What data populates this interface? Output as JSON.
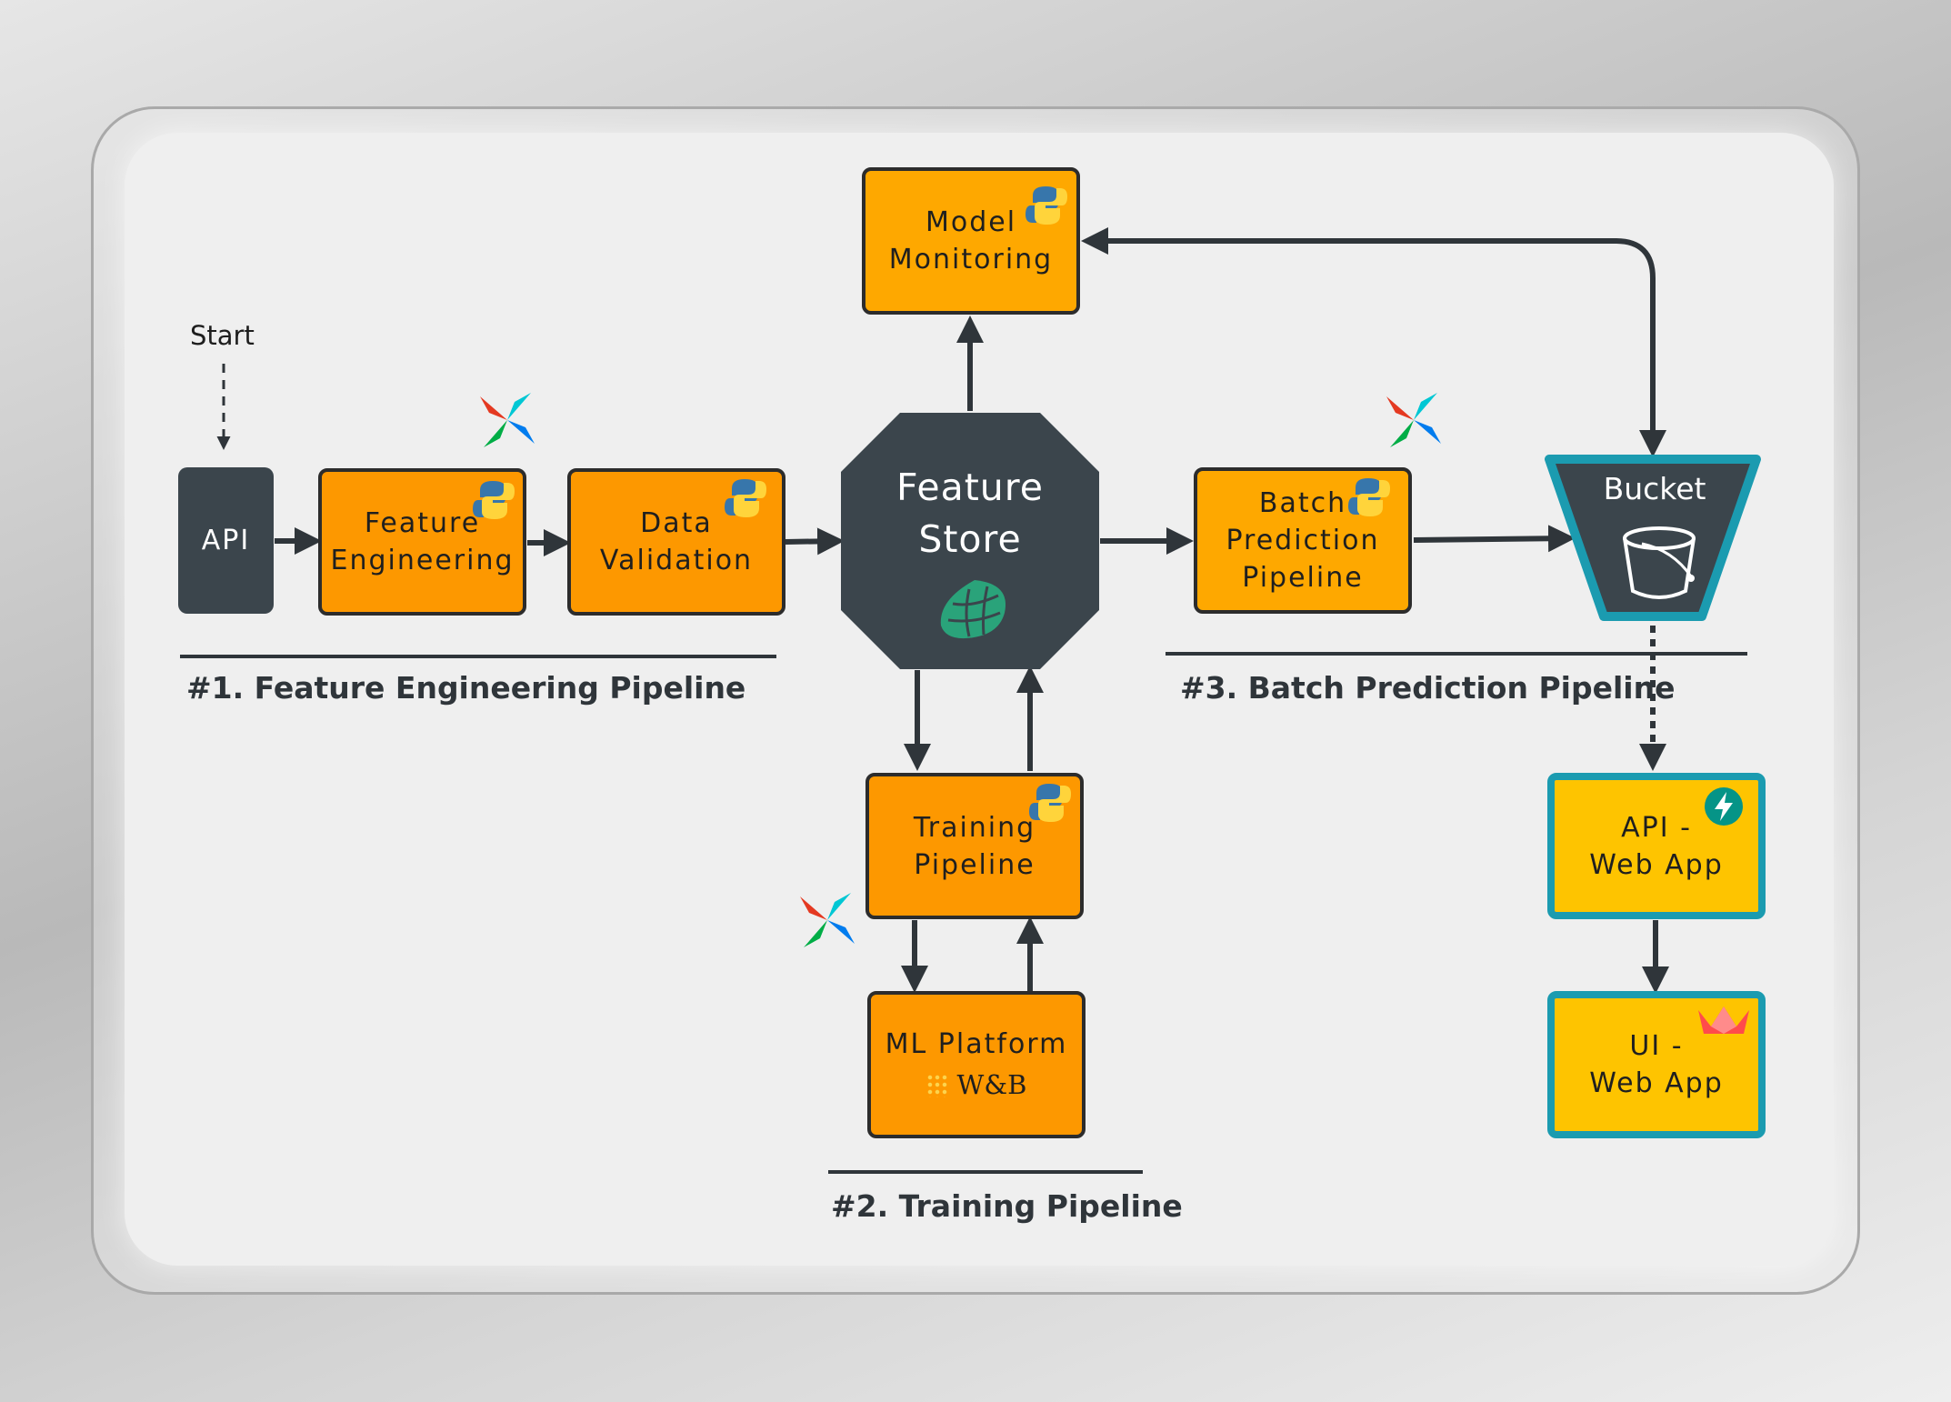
{
  "start_label": "Start",
  "nodes": {
    "api": "API",
    "feature_engineering": "Feature\nEngineering",
    "data_validation": "Data\nValidation",
    "model_monitoring": "Model\nMonitoring",
    "feature_store": "Feature\nStore",
    "batch_prediction": "Batch\nPrediction\nPipeline",
    "bucket": "Bucket",
    "training_pipeline": "Training\nPipeline",
    "ml_platform": "ML Platform",
    "ml_platform_brand": "W&B",
    "api_web_app": "API -\nWeb App",
    "ui_web_app": "UI -\nWeb App"
  },
  "pipeline_labels": {
    "feature_engineering": "#1. Feature Engineering Pipeline",
    "training": "#2. Training Pipeline",
    "batch_prediction": "#3. Batch Prediction Pipeline"
  },
  "icons": [
    "python-icon",
    "airflow-pinwheel-icon",
    "hopsworks-icon",
    "bucket-icon",
    "fastapi-icon",
    "streamlit-icon",
    "wandb-logo-icon"
  ],
  "colors": {
    "orange": "#fd9800",
    "amber": "#fea800",
    "yellow": "#fec400",
    "teal": "#1b9bb0",
    "dark": "#3b454c",
    "hopsworks_green": "#2aa37a"
  }
}
